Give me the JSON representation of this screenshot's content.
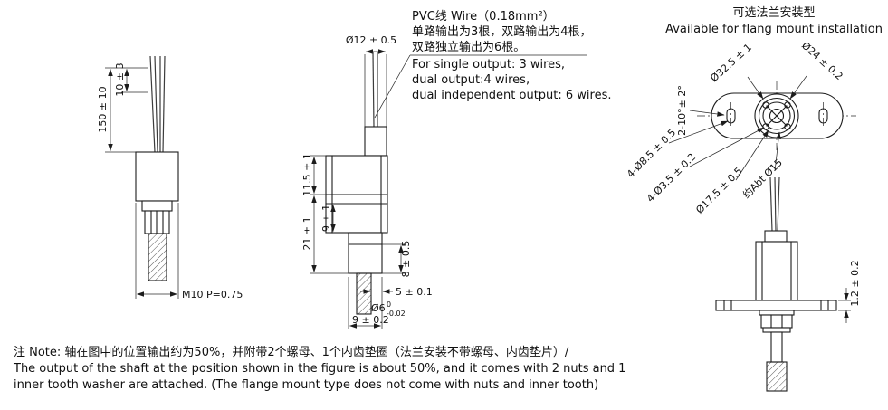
{
  "colors": {
    "line": "#1c1c1c",
    "background": "#ffffff"
  },
  "wire_note": {
    "lines": [
      "PVC线 Wire（0.18mm²）",
      "单路输出为3根，双路输出为4根，",
      "双路独立输出为6根。",
      "For single output: 3 wires,",
      "dual output:4 wires,",
      "dual independent output: 6 wires."
    ]
  },
  "front_view": {
    "dims": {
      "wire_length": "150 ± 10",
      "strip_length": "10 ± 3",
      "thread": "M10 P=0.75"
    }
  },
  "side_view": {
    "dims": {
      "top_diameter": "Ø12 ± 0.5",
      "d11_5": "11.5 ± 1",
      "d9": "9 ± 1",
      "d21": "21 ± 1",
      "d8": "8 ± 0.5",
      "d5": "5 ± 0.1",
      "shaft_diameter": "Ø6",
      "shaft_tol_upper": "0",
      "shaft_tol_lower": "-0.02",
      "d9_2": "9 ± 0.2"
    }
  },
  "flange": {
    "title_zh": "可选法兰安装型",
    "title_en": "Available for flang mount installation",
    "dims": {
      "d32_5": "Ø32.5 ± 1",
      "d24": "Ø24 ± 0.2",
      "slot_angle": "2-10°± 2°",
      "d8_5": "4-Ø8.5 ± 0.5",
      "d3_5": "4-Ø3.5 ± 0.2",
      "d17_5": "Ø17.5 ± 0.5",
      "d15": "约Abt Ø15",
      "plate_thickness": "1.2 ± 0.2"
    }
  },
  "note": {
    "lines": [
      "注 Note: 轴在图中的位置输出约为50%，并附带2个螺母、1个内齿垫圈（法兰安装不带螺母、内齿垫片）/",
      "The output of the shaft at the position shown in the figure is about 50%, and it comes with 2 nuts and 1",
      "inner tooth washer are attached. (The flange mount type does not come with nuts and inner tooth)"
    ]
  }
}
